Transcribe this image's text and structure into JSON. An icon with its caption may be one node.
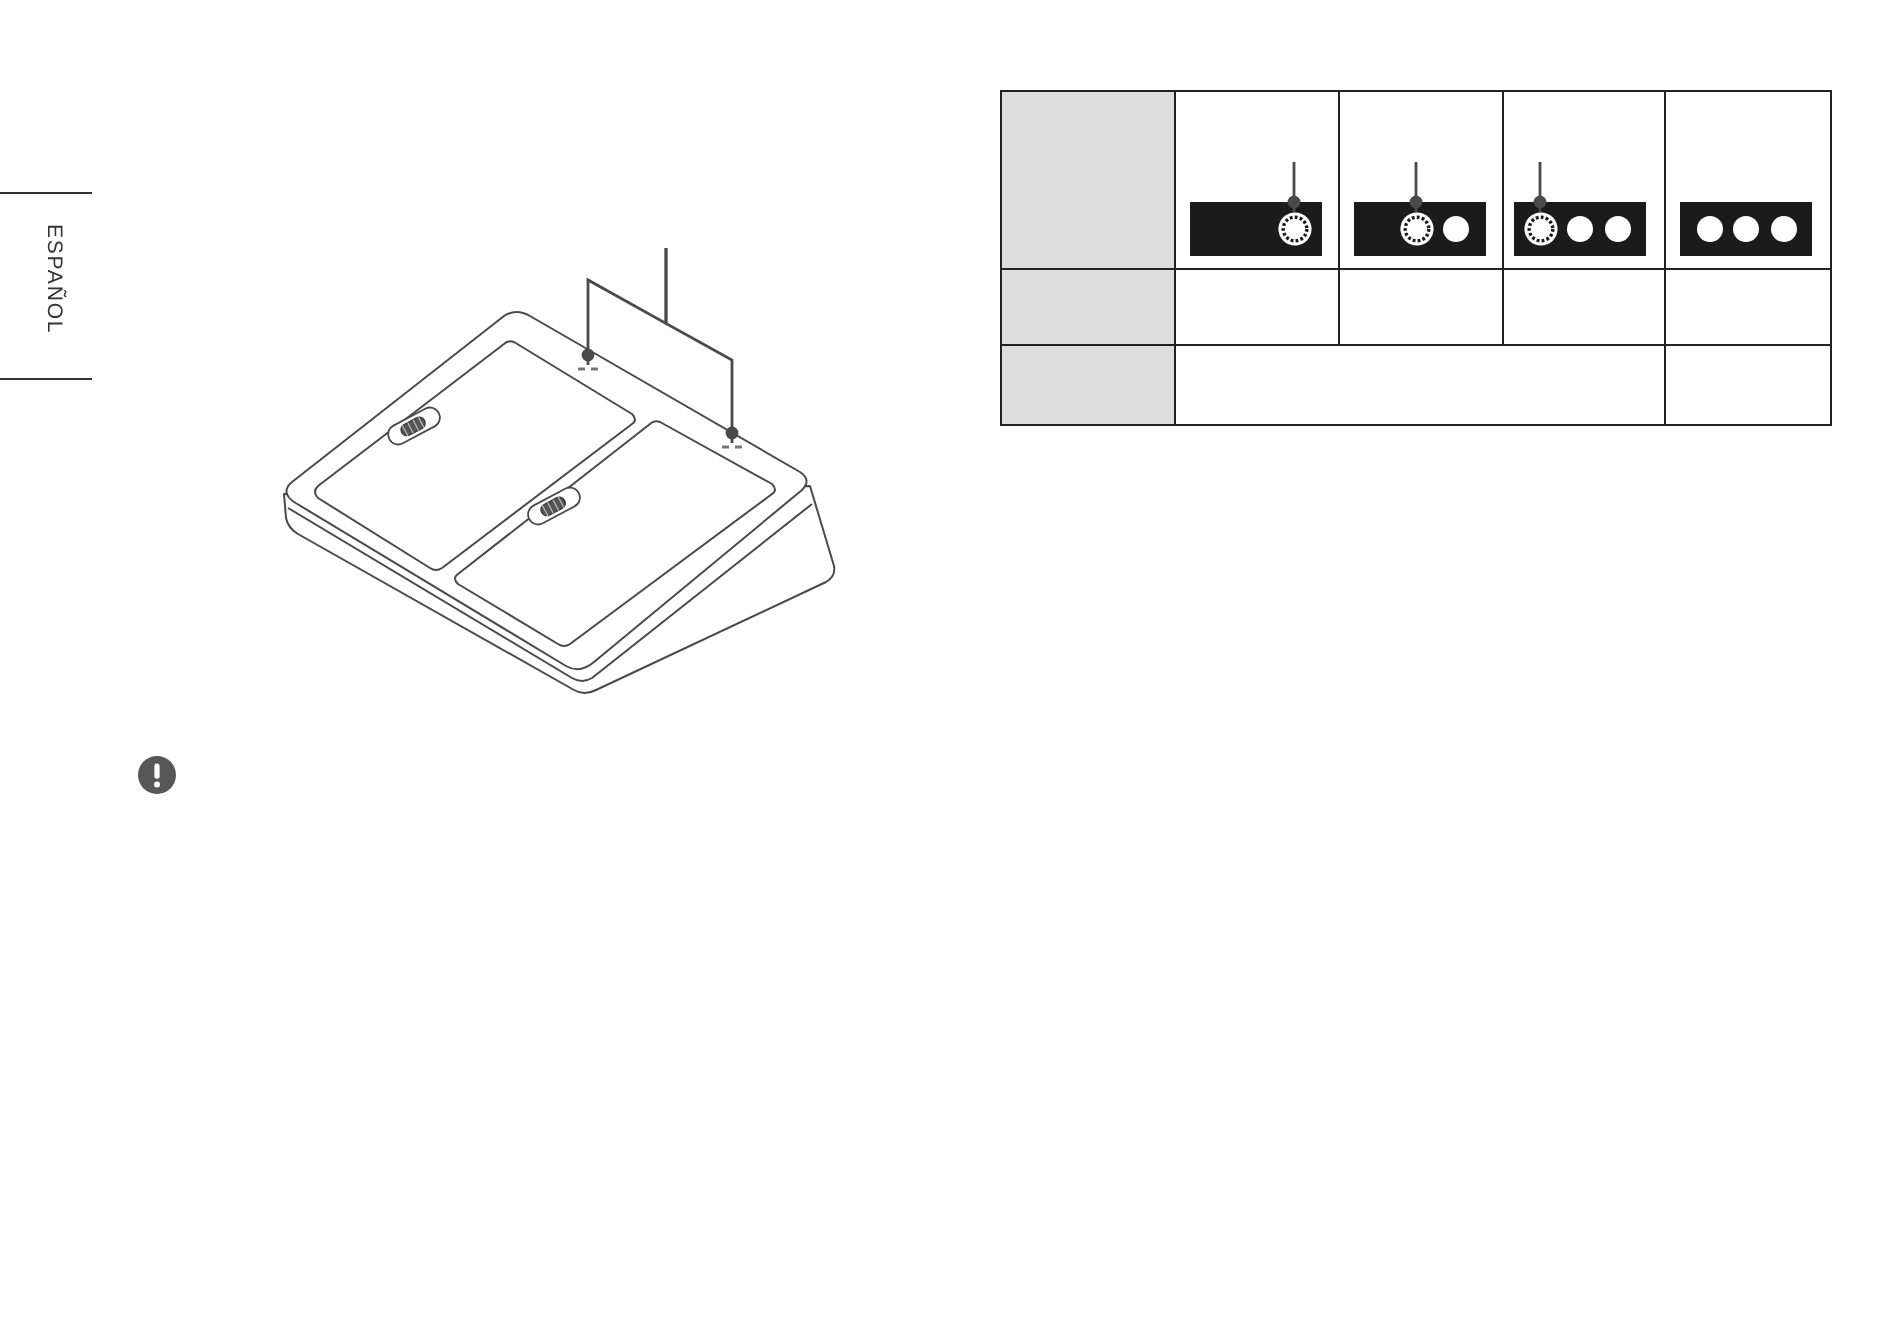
{
  "diagram": {
    "nodes": [
      {
        "text": [],
        "shape": "bar"
      },
      {
        "text": [],
        "shape": "bar"
      },
      {
        "text": [],
        "shape": "circle"
      },
      {
        "text": [],
        "shape": "circle"
      },
      {
        "text": [],
        "shape": "circle"
      }
    ],
    "edges": [
      {
        "from": null,
        "to": 0,
        "arrow": "other"
      },
      {
        "from": null,
        "to": 1,
        "arrow": "other"
      },
      {
        "from": null,
        "to": 2,
        "arrow": "other"
      },
      {
        "from": null,
        "to": 3,
        "arrow": "other"
      },
      {
        "from": null,
        "to": 4,
        "arrow": "other"
      }
    ],
    "labels": [
      "ESPAÑOL"
    ]
  }
}
